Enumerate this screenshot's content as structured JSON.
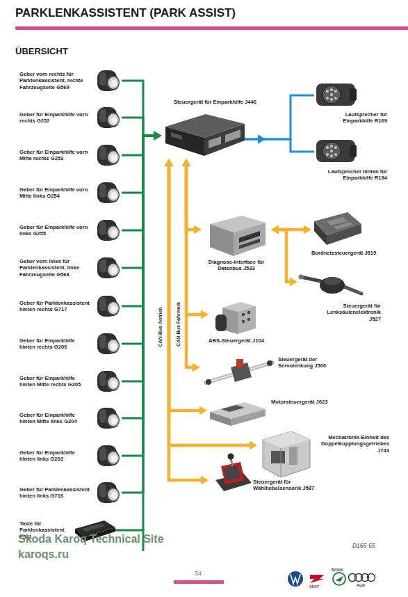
{
  "diagram": {
    "title": "PARKLENKASSISTENT (PARK ASSIST)",
    "nodes": [
      {
        "text": [
          "Geber vorn rechts für Parklenkassistent, rechte Fahrzeugseite G569"
        ]
      },
      {
        "text": [
          "Geber für Einparkhilfe vorn rechts G252"
        ]
      },
      {
        "text": [
          "Geber für Einparkhilfe vorn Mitte rechts G253"
        ]
      },
      {
        "text": [
          "Geber für Einparkhilfe vorn Mitte links G254"
        ]
      },
      {
        "text": [
          "Geber für Einparkhilfe vorn links G255"
        ]
      },
      {
        "text": [
          "Geber vorn links für Parklenkassistent, linke Fahrzeugseite G568"
        ]
      },
      {
        "text": [
          "Geber für Parklenkassistent hinten rechts G717"
        ]
      },
      {
        "text": [
          "Geber für Einparkhilfe hinten rechts G206"
        ]
      },
      {
        "text": [
          "Geber für Einparkhilfe hinten Mitte rechts G205"
        ]
      },
      {
        "text": [
          "Geber für Einparkhilfe hinten Mitte links G204"
        ]
      },
      {
        "text": [
          "Geber für Einparkhilfe hinten links G203"
        ]
      },
      {
        "text": [
          "Geber für Parklenkassistent hinten links G716"
        ]
      },
      {
        "text": [
          "Taste für Parklenkassistent E581"
        ]
      },
      {
        "text": [
          "Steuergerät für Einparkhilfe J446"
        ]
      },
      {
        "text": [
          "Lautsprecher für Einparkhilfe R169"
        ]
      },
      {
        "text": [
          "Lautsprecher hinten für Einparkhilfe R194"
        ]
      },
      {
        "text": [
          "Diagnose-Interface für Datenbus J533"
        ]
      },
      {
        "text": [
          "Bordnetzsteuergerät J519"
        ]
      },
      {
        "text": [
          "Steuergerät für Lenksäulenelektronik J527"
        ]
      },
      {
        "text": [
          "ABS-Steuergerät J104"
        ]
      },
      {
        "text": [
          "Steuergerät der Servolenkung J500"
        ]
      },
      {
        "text": [
          "Motorsteuergerät J623"
        ]
      },
      {
        "text": [
          "Mechatronik-Einheit des Doppelkupplungsgetriebes J743"
        ]
      },
      {
        "text": [
          "Steuergerät für Wählhebelsensorik J587"
        ]
      }
    ],
    "edges": [
      {
        "from": 0,
        "to": 13,
        "arrow": "to"
      },
      {
        "from": 1,
        "to": 13,
        "arrow": "to"
      },
      {
        "from": 2,
        "to": 13,
        "arrow": "to"
      },
      {
        "from": 3,
        "to": 13,
        "arrow": "to"
      },
      {
        "from": 4,
        "to": 13,
        "arrow": "to"
      },
      {
        "from": 5,
        "to": 13,
        "arrow": "to"
      },
      {
        "from": 6,
        "to": 13,
        "arrow": "to"
      },
      {
        "from": 7,
        "to": 13,
        "arrow": "to"
      },
      {
        "from": 8,
        "to": 13,
        "arrow": "to"
      },
      {
        "from": 9,
        "to": 13,
        "arrow": "to"
      },
      {
        "from": 10,
        "to": 13,
        "arrow": "to"
      },
      {
        "from": 11,
        "to": 13,
        "arrow": "to"
      },
      {
        "from": 12,
        "to": 13,
        "arrow": "to"
      },
      {
        "from": 13,
        "to": 14,
        "arrow": "to"
      },
      {
        "from": 13,
        "to": 15,
        "arrow": "to"
      },
      {
        "from": 13,
        "to": 16,
        "arrow": "both"
      },
      {
        "from": 13,
        "to": 19,
        "arrow": "both"
      },
      {
        "from": 13,
        "to": 20,
        "arrow": "both"
      },
      {
        "from": 13,
        "to": 21,
        "arrow": "both"
      },
      {
        "from": 13,
        "to": 22,
        "arrow": "both"
      },
      {
        "from": 13,
        "to": 23,
        "arrow": "both"
      },
      {
        "from": 16,
        "to": 17,
        "arrow": "both"
      },
      {
        "from": 16,
        "to": 18,
        "arrow": "both"
      }
    ],
    "labels": [
      "ÜBERSICHT",
      "CAN-Bus Antrieb",
      "CAN-Bus Fahrwerk",
      "Skoda Karoq Technical Site",
      "karoqs.ru",
      "D165-65",
      "54",
      "SEAT",
      "ŠKODA",
      "Audi"
    ]
  }
}
